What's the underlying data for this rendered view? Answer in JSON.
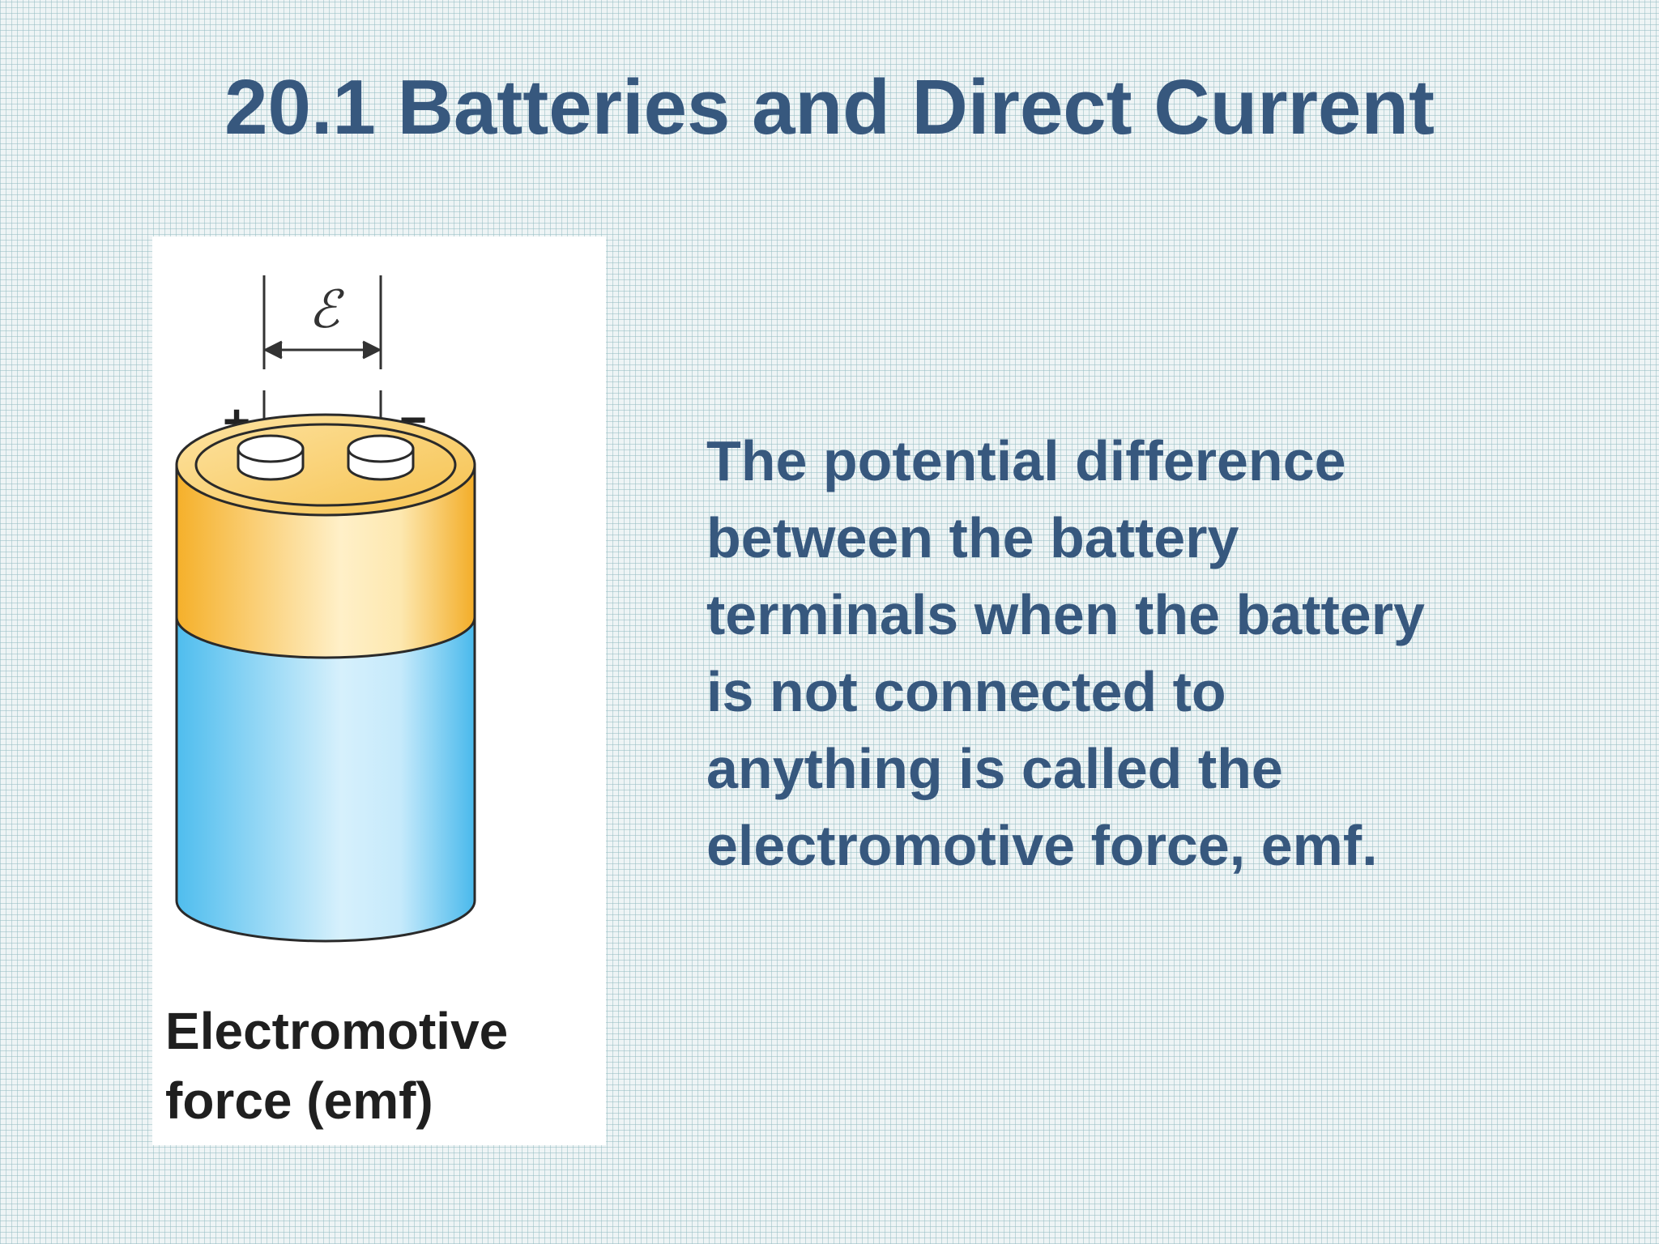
{
  "slide": {
    "title": "20.1 Batteries and Direct Current",
    "colors": {
      "title_text": "#37587e",
      "body_text": "#37587e",
      "background": "#eef4f5",
      "battery_top": "#f5b733",
      "battery_body": "#5cc3ef"
    }
  },
  "figure": {
    "emf_symbol": "ℰ",
    "plus_sign": "+",
    "minus_sign": "−",
    "caption_lines": [
      "Electromotive",
      "force (emf)"
    ]
  },
  "body": {
    "lines": [
      "The potential difference",
      "between the battery",
      "terminals when the battery",
      "is not connected to",
      "anything is called the",
      "electromotive force, emf."
    ]
  }
}
